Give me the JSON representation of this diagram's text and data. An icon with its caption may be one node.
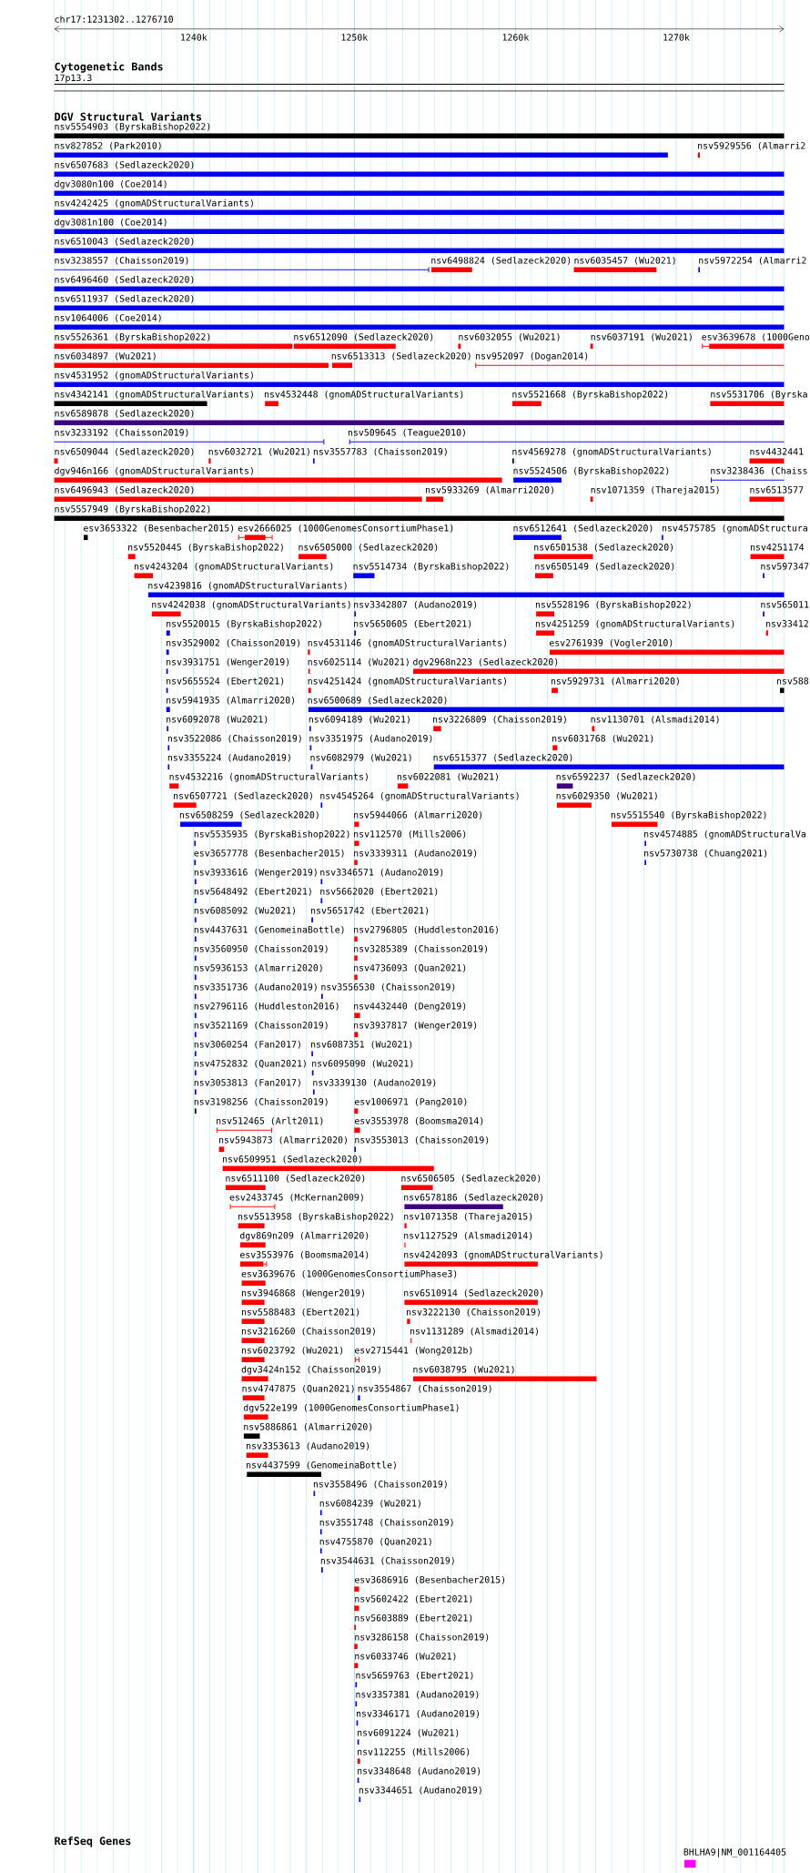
{
  "diagram": {
    "nodes": [
      {
        "text": [
          "nsv5554903 (ByrskaBishop2022)"
        ]
      },
      {
        "text": [
          "nsv827852 (Park2010)"
        ]
      },
      {
        "text": [
          "nsv5929556 (Almarri2"
        ]
      },
      {
        "text": [
          "nsv6507683 (Sedlazeck2020)"
        ]
      },
      {
        "text": [
          "dgv3080n100 (Coe2014)"
        ]
      },
      {
        "text": [
          "nsv4242425 (gnomADStructuralVariants)"
        ]
      },
      {
        "text": [
          "dgv3081n100 (Coe2014)"
        ]
      },
      {
        "text": [
          "nsv6510043 (Sedlazeck2020)"
        ]
      },
      {
        "text": [
          "nsv3238557 (Chaisson2019)"
        ]
      },
      {
        "text": [
          "nsv6498824 (Sedlazeck2020)"
        ]
      },
      {
        "text": [
          "nsv6035457 (Wu2021)"
        ]
      },
      {
        "text": [
          "nsv5972254 (Almarri2"
        ]
      },
      {
        "text": [
          "nsv6496460 (Sedlazeck2020)"
        ]
      },
      {
        "text": [
          "nsv6511937 (Sedlazeck2020)"
        ]
      },
      {
        "text": [
          "nsv1064006 (Coe2014)"
        ]
      },
      {
        "text": [
          "nsv5526361 (ByrskaBishop2022)"
        ]
      },
      {
        "text": [
          "nsv6512090 (Sedlazeck2020)"
        ]
      },
      {
        "text": [
          "nsv6032055 (Wu2021)"
        ]
      },
      {
        "text": [
          "nsv6037191 (Wu2021)"
        ]
      },
      {
        "text": [
          "esv3639678 (1000Geno"
        ]
      },
      {
        "text": [
          "nsv6034897 (Wu2021)"
        ]
      },
      {
        "text": [
          "nsv6513313 (Sedlazeck2020)"
        ]
      },
      {
        "text": [
          "nsv952097 (Dogan2014)"
        ]
      },
      {
        "text": [
          "nsv4531952 (gnomADStructuralVariants)"
        ]
      },
      {
        "text": [
          "nsv4342141 (gnomADStructuralVariants)"
        ]
      },
      {
        "text": [
          "nsv4532448 (gnomADStructuralVariants)"
        ]
      },
      {
        "text": [
          "nsv5521668 (ByrskaBishop2022)"
        ]
      },
      {
        "text": [
          "nsv5531706 (Byrska"
        ]
      },
      {
        "text": [
          "nsv6589878 (Sedlazeck2020)"
        ]
      },
      {
        "text": [
          "nsv3233192 (Chaisson2019)"
        ]
      },
      {
        "text": [
          "nsv509645 (Teague2010)"
        ]
      },
      {
        "text": [
          "nsv6509044 (Sedlazeck2020)"
        ]
      },
      {
        "text": [
          "nsv6032721 (Wu2021)"
        ]
      },
      {
        "text": [
          "nsv3557783 (Chaisson2019)"
        ]
      },
      {
        "text": [
          "nsv4569278 (gnomADStructuralVariants)"
        ]
      },
      {
        "text": [
          "nsv4432441"
        ]
      },
      {
        "text": [
          "dgv946n166 (gnomADStructuralVariants)"
        ]
      },
      {
        "text": [
          "nsv5524506 (ByrskaBishop2022)"
        ]
      },
      {
        "text": [
          "nsv3238436 (Chaiss"
        ]
      },
      {
        "text": [
          "nsv6496943 (Sedlazeck2020)"
        ]
      },
      {
        "text": [
          "nsv5933269 (Almarri2020)"
        ]
      },
      {
        "text": [
          "nsv1071359 (Thareja2015)"
        ]
      },
      {
        "text": [
          "nsv6513577"
        ]
      },
      {
        "text": [
          "nsv5557949 (ByrskaBishop2022)"
        ]
      },
      {
        "text": [
          "esv3653322 (Besenbacher2015)"
        ]
      },
      {
        "text": [
          "esv2666025 (1000GenomesConsortiumPhase1)"
        ]
      },
      {
        "text": [
          "nsv6512641 (Sedlazeck2020)"
        ]
      },
      {
        "text": [
          "nsv4575785 (gnomADStructura"
        ]
      },
      {
        "text": [
          "nsv5520445 (ByrskaBishop2022)"
        ]
      },
      {
        "text": [
          "nsv6505000 (Sedlazeck2020)"
        ]
      },
      {
        "text": [
          "nsv6501538 (Sedlazeck2020)"
        ]
      },
      {
        "text": [
          "nsv4251174"
        ]
      },
      {
        "text": [
          "nsv4243204 (gnomADStructuralVariants)"
        ]
      },
      {
        "text": [
          "nsv5514734 (ByrskaBishop2022)"
        ]
      },
      {
        "text": [
          "nsv6505149 (Sedlazeck2020)"
        ]
      },
      {
        "text": [
          "nsv597347"
        ]
      },
      {
        "text": [
          "nsv4239816 (gnomADStructuralVariants)"
        ]
      },
      {
        "text": [
          "nsv4242038 (gnomADStructuralVariants)"
        ]
      },
      {
        "text": [
          "nsv3342807 (Audano2019)"
        ]
      },
      {
        "text": [
          "nsv5528196 (ByrskaBishop2022)"
        ]
      },
      {
        "text": [
          "nsv565011"
        ]
      },
      {
        "text": [
          "nsv5520015 (ByrskaBishop2022)"
        ]
      },
      {
        "text": [
          "nsv5650605 (Ebert2021)"
        ]
      },
      {
        "text": [
          "nsv4251259 (gnomADStructuralVariants)"
        ]
      },
      {
        "text": [
          "nsv33412"
        ]
      },
      {
        "text": [
          "nsv3529002 (Chaisson2019)"
        ]
      },
      {
        "text": [
          "nsv4531146 (gnomADStructuralVariants)"
        ]
      },
      {
        "text": [
          "esv2761939 (Vogler2010)"
        ]
      },
      {
        "text": [
          "nsv3931751 (Wenger2019)"
        ]
      },
      {
        "text": [
          "nsv6025114 (Wu2021)"
        ]
      },
      {
        "text": [
          "dgv2968n223 (Sedlazeck2020)"
        ]
      },
      {
        "text": [
          "nsv5655524 (Ebert2021)"
        ]
      },
      {
        "text": [
          "nsv4251424 (gnomADStructuralVariants)"
        ]
      },
      {
        "text": [
          "nsv5929731 (Almarri2020)"
        ]
      },
      {
        "text": [
          "nsv588"
        ]
      },
      {
        "text": [
          "nsv5941935 (Almarri2020)"
        ]
      },
      {
        "text": [
          "nsv6500689 (Sedlazeck2020)"
        ]
      },
      {
        "text": [
          "nsv6092078 (Wu2021)"
        ]
      },
      {
        "text": [
          "nsv6094189 (Wu2021)"
        ]
      },
      {
        "text": [
          "nsv3226809 (Chaisson2019)"
        ]
      },
      {
        "text": [
          "nsv1130701 (Alsmadi2014)"
        ]
      },
      {
        "text": [
          "nsv3522086 (Chaisson2019)"
        ]
      },
      {
        "text": [
          "nsv3351975 (Audano2019)"
        ]
      },
      {
        "text": [
          "nsv6031768 (Wu2021)"
        ]
      },
      {
        "text": [
          "nsv3355224 (Audano2019)"
        ]
      },
      {
        "text": [
          "nsv6082979 (Wu2021)"
        ]
      },
      {
        "text": [
          "nsv6515377 (Sedlazeck2020)"
        ]
      },
      {
        "text": [
          "nsv4532216 (gnomADStructuralVariants)"
        ]
      },
      {
        "text": [
          "nsv6022081 (Wu2021)"
        ]
      },
      {
        "text": [
          "nsv6592237 (Sedlazeck2020)"
        ]
      },
      {
        "text": [
          "nsv6507721 (Sedlazeck2020)"
        ]
      },
      {
        "text": [
          "nsv4545264 (gnomADStructuralVariants)"
        ]
      },
      {
        "text": [
          "nsv6029350 (Wu2021)"
        ]
      },
      {
        "text": [
          "nsv6508259 (Sedlazeck2020)"
        ]
      },
      {
        "text": [
          "nsv5944066 (Almarri2020)"
        ]
      },
      {
        "text": [
          "nsv5515540 (ByrskaBishop2022)"
        ]
      },
      {
        "text": [
          "nsv5535935 (ByrskaBishop2022)"
        ]
      },
      {
        "text": [
          "nsv112570 (Mills2006)"
        ]
      },
      {
        "text": [
          "nsv4574885 (gnomADStructuralVa"
        ]
      },
      {
        "text": [
          "esv3657778 (Besenbacher2015)"
        ]
      },
      {
        "text": [
          "nsv3339311 (Audano2019)"
        ]
      },
      {
        "text": [
          "nsv5730738 (Chuang2021)"
        ]
      },
      {
        "text": [
          "nsv3933616 (Wenger2019)"
        ]
      },
      {
        "text": [
          "nsv3346571 (Audano2019)"
        ]
      },
      {
        "text": [
          "nsv5648492 (Ebert2021)"
        ]
      },
      {
        "text": [
          "nsv5662020 (Ebert2021)"
        ]
      },
      {
        "text": [
          "nsv6085092 (Wu2021)"
        ]
      },
      {
        "text": [
          "nsv5651742 (Ebert2021)"
        ]
      },
      {
        "text": [
          "nsv4437631 (GenomeinaBottle)"
        ]
      },
      {
        "text": [
          "nsv2796805 (Huddleston2016)"
        ]
      },
      {
        "text": [
          "nsv3560950 (Chaisson2019)"
        ]
      },
      {
        "text": [
          "nsv3285389 (Chaisson2019)"
        ]
      },
      {
        "text": [
          "nsv5936153 (Almarri2020)"
        ]
      },
      {
        "text": [
          "nsv4736093 (Quan2021)"
        ]
      },
      {
        "text": [
          "nsv3351736 (Audano2019)"
        ]
      },
      {
        "text": [
          "nsv3556530 (Chaisson2019)"
        ]
      },
      {
        "text": [
          "nsv2796116 (Huddleston2016)"
        ]
      },
      {
        "text": [
          "nsv4432440 (Deng2019)"
        ]
      },
      {
        "text": [
          "nsv3521169 (Chaisson2019)"
        ]
      },
      {
        "text": [
          "nsv3937817 (Wenger2019)"
        ]
      },
      {
        "text": [
          "nsv3060254 (Fan2017)"
        ]
      },
      {
        "text": [
          "nsv6087351 (Wu2021)"
        ]
      },
      {
        "text": [
          "nsv4752832 (Quan2021)"
        ]
      },
      {
        "text": [
          "nsv6095090 (Wu2021)"
        ]
      },
      {
        "text": [
          "nsv3053813 (Fan2017)"
        ]
      },
      {
        "text": [
          "nsv3339130 (Audano2019)"
        ]
      },
      {
        "text": [
          "nsv3198256 (Chaisson2019)"
        ]
      },
      {
        "text": [
          "esv1006971 (Pang2010)"
        ]
      },
      {
        "text": [
          "nsv512465 (Arlt2011)"
        ]
      },
      {
        "text": [
          "esv3553978 (Boomsma2014)"
        ]
      },
      {
        "text": [
          "nsv5943873 (Almarri2020)"
        ]
      },
      {
        "text": [
          "nsv3553013 (Chaisson2019)"
        ]
      },
      {
        "text": [
          "nsv6509951 (Sedlazeck2020)"
        ]
      },
      {
        "text": [
          "nsv6511100 (Sedlazeck2020)"
        ]
      },
      {
        "text": [
          "nsv6506505 (Sedlazeck2020)"
        ]
      },
      {
        "text": [
          "esv2433745 (McKernan2009)"
        ]
      },
      {
        "text": [
          "nsv6578186 (Sedlazeck2020)"
        ]
      },
      {
        "text": [
          "nsv5513958 (ByrskaBishop2022)"
        ]
      },
      {
        "text": [
          "nsv1071358 (Thareja2015)"
        ]
      },
      {
        "text": [
          "dgv869n209 (Almarri2020)"
        ]
      },
      {
        "text": [
          "nsv1127529 (Alsmadi2014)"
        ]
      },
      {
        "text": [
          "esv3553976 (Boomsma2014)"
        ]
      },
      {
        "text": [
          "nsv4242093 (gnomADStructuralVariants)"
        ]
      },
      {
        "text": [
          "esv3639676 (1000GenomesConsortiumPhase3)"
        ]
      },
      {
        "text": [
          "nsv3946868 (Wenger2019)"
        ]
      },
      {
        "text": [
          "nsv6510914 (Sedlazeck2020)"
        ]
      },
      {
        "text": [
          "nsv5588483 (Ebert2021)"
        ]
      },
      {
        "text": [
          "nsv3222130 (Chaisson2019)"
        ]
      },
      {
        "text": [
          "nsv3216260 (Chaisson2019)"
        ]
      },
      {
        "text": [
          "nsv1131289 (Alsmadi2014)"
        ]
      },
      {
        "text": [
          "nsv6023792 (Wu2021)"
        ]
      },
      {
        "text": [
          "esv2715441 (Wong2012b)"
        ]
      },
      {
        "text": [
          "dgv3424n152 (Chaisson2019)"
        ]
      },
      {
        "text": [
          "nsv6038795 (Wu2021)"
        ]
      },
      {
        "text": [
          "nsv4747875 (Quan2021)"
        ]
      },
      {
        "text": [
          "nsv3554867 (Chaisson2019)"
        ]
      },
      {
        "text": [
          "dgv522e199 (1000GenomesConsortiumPhase1)"
        ]
      },
      {
        "text": [
          "nsv5886861 (Almarri2020)"
        ]
      },
      {
        "text": [
          "nsv3353613 (Audano2019)"
        ]
      },
      {
        "text": [
          "nsv4437599 (GenomeinaBottle)"
        ]
      },
      {
        "text": [
          "nsv3558496 (Chaisson2019)"
        ]
      },
      {
        "text": [
          "nsv6084239 (Wu2021)"
        ]
      },
      {
        "text": [
          "nsv3551748 (Chaisson2019)"
        ]
      },
      {
        "text": [
          "nsv4755870 (Quan2021)"
        ]
      },
      {
        "text": [
          "nsv3544631 (Chaisson2019)"
        ]
      },
      {
        "text": [
          "esv3686916 (Besenbacher2015)"
        ]
      },
      {
        "text": [
          "nsv5602422 (Ebert2021)"
        ]
      },
      {
        "text": [
          "nsv5603889 (Ebert2021)"
        ]
      },
      {
        "text": [
          "nsv3286158 (Chaisson2019)"
        ]
      },
      {
        "text": [
          "nsv6033746 (Wu2021)"
        ]
      },
      {
        "text": [
          "nsv5659763 (Ebert2021)"
        ]
      },
      {
        "text": [
          "nsv3357381 (Audano2019)"
        ]
      },
      {
        "text": [
          "nsv3346171 (Audano2019)"
        ]
      },
      {
        "text": [
          "nsv6091224 (Wu2021)"
        ]
      },
      {
        "text": [
          "nsv112255 (Mills2006)"
        ]
      },
      {
        "text": [
          "nsv3348648 (Audano2019)"
        ]
      },
      {
        "text": [
          "nsv3344651 (Audano2019)"
        ]
      },
      {
        "text": [
          "BHLHA9|NM_001164405"
        ]
      }
    ],
    "labels": [
      "chr17:1231302..1276710",
      "1240k",
      "1250k",
      "1260k",
      "1270k",
      "Cytogenetic Bands",
      "17p13.3",
      "DGV Structural Variants",
      "RefSeq Genes"
    ]
  }
}
